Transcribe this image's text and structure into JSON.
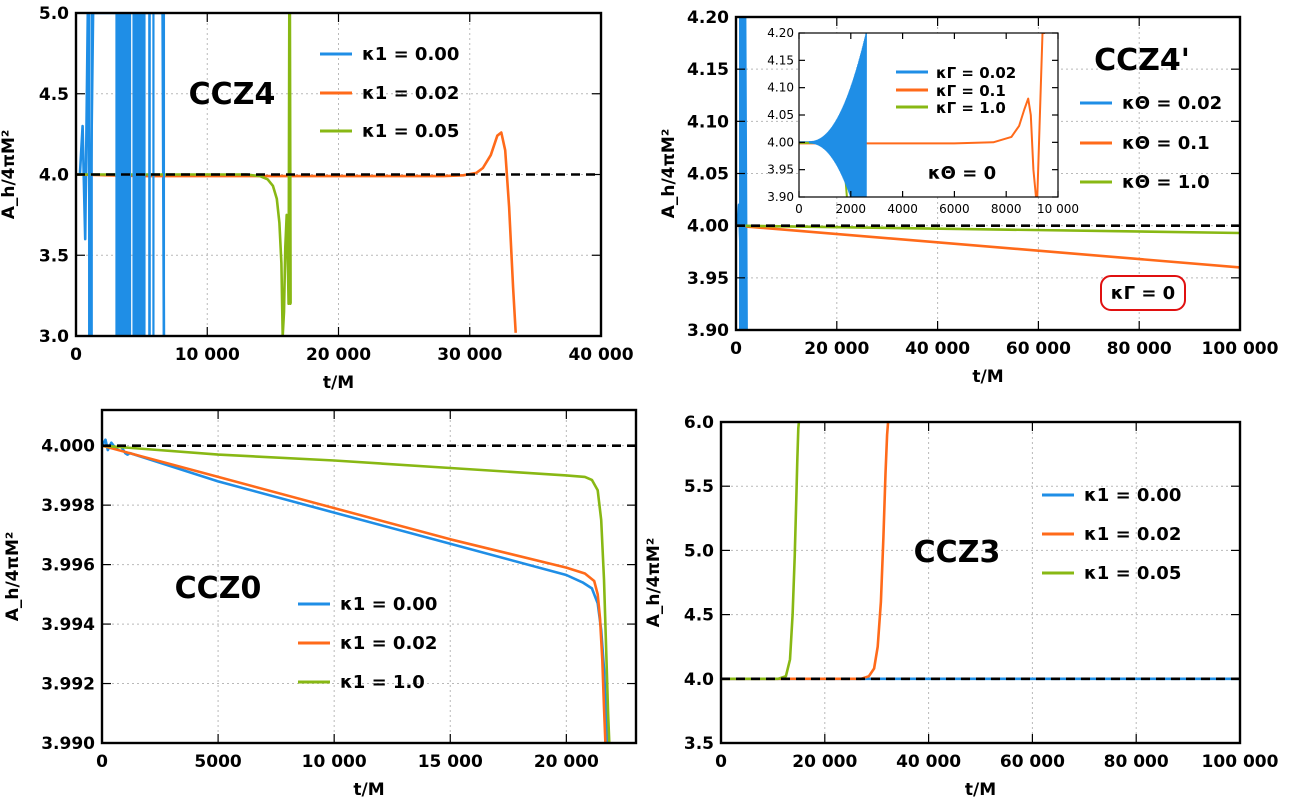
{
  "colors": {
    "blue": "#1f8ee6",
    "orange": "#ff6a1a",
    "green": "#88b814",
    "reference": "#000000",
    "grid": "#b9b9b9",
    "badge_border": "#e01010"
  },
  "chart_data": [
    {
      "type": "line",
      "title": "CCZ4",
      "xlabel": "t/M",
      "ylabel": "A_h/4πM²",
      "xlim": [
        0,
        40000
      ],
      "ylim": [
        3.0,
        5.0
      ],
      "xticks": [
        0,
        10000,
        20000,
        30000,
        40000
      ],
      "xtick_labels": [
        "0",
        "10 000",
        "20 000",
        "30 000",
        "40 000"
      ],
      "yticks": [
        3.0,
        3.5,
        4.0,
        4.5,
        5.0
      ],
      "ytick_labels": [
        "3.0",
        "3.5",
        "4.0",
        "4.5",
        "5.0"
      ],
      "grid": true,
      "legend_position": "top-right",
      "reference_line": 4.0,
      "series": [
        {
          "name": "κ1 = 0.00",
          "color_key": "blue",
          "x": [
            0,
            300,
            500,
            700,
            900,
            1100,
            1150,
            1300,
            1500,
            6000,
            6600,
            6700,
            6800
          ],
          "y": [
            4.0,
            4.0,
            4.3,
            3.6,
            5.0,
            3.0,
            4.0,
            5.0,
            5.0,
            5.0,
            5.0,
            3.0,
            3.0
          ]
        },
        {
          "name": "κ1 = 0.02",
          "color_key": "orange",
          "x": [
            0,
            5000,
            10000,
            15000,
            20000,
            25000,
            28000,
            29500,
            30500,
            31000,
            31600,
            32100,
            32400,
            32700,
            33000,
            33300,
            33500
          ],
          "y": [
            4.0,
            3.99,
            3.99,
            3.99,
            3.99,
            3.99,
            3.99,
            3.995,
            4.01,
            4.04,
            4.12,
            4.24,
            4.26,
            4.15,
            3.8,
            3.3,
            3.02
          ]
        },
        {
          "name": "κ1 = 0.05",
          "color_key": "green",
          "x": [
            0,
            5000,
            10000,
            13000,
            14000,
            14600,
            15000,
            15300,
            15500,
            15650,
            15750,
            15850,
            15950,
            16050,
            16150,
            16200,
            16250,
            16300,
            16350,
            16400
          ],
          "y": [
            4.0,
            4.0,
            4.0,
            4.0,
            3.99,
            3.97,
            3.93,
            3.85,
            3.7,
            3.45,
            3.0,
            3.15,
            3.55,
            3.75,
            3.4,
            3.2,
            5.0,
            5.0,
            3.2,
            3.2
          ]
        }
      ]
    },
    {
      "type": "line",
      "title": "CCZ4'",
      "xlabel": "t/M",
      "ylabel": "A_h/4πM²",
      "xlim": [
        0,
        100000
      ],
      "ylim": [
        3.9,
        4.2
      ],
      "xticks": [
        0,
        20000,
        40000,
        60000,
        80000,
        100000
      ],
      "xtick_labels": [
        "0",
        "20 000",
        "40 000",
        "60 000",
        "80 000",
        "100 000"
      ],
      "yticks": [
        3.9,
        3.95,
        4.0,
        4.05,
        4.1,
        4.15,
        4.2
      ],
      "ytick_labels": [
        "3.90",
        "3.95",
        "4.00",
        "4.05",
        "4.10",
        "4.15",
        "4.20"
      ],
      "grid": true,
      "legend_position": "right",
      "reference_line": 4.0,
      "annotation": "κΓ = 0",
      "series": [
        {
          "name": "κΘ = 0.02",
          "color_key": "blue",
          "x": [
            0,
            300,
            600,
            900,
            1200,
            1500,
            1800,
            2100
          ],
          "y": [
            4.0,
            4.0,
            4.02,
            3.98,
            4.05,
            3.9,
            4.2,
            3.9
          ]
        },
        {
          "name": "κΘ = 0.1",
          "color_key": "orange",
          "x": [
            0,
            100000
          ],
          "y": [
            4.0,
            3.96
          ]
        },
        {
          "name": "κΘ = 1.0",
          "color_key": "green",
          "x": [
            0,
            100000
          ],
          "y": [
            4.0,
            3.993
          ]
        }
      ],
      "inset": {
        "xlim": [
          0,
          10000
        ],
        "ylim": [
          3.9,
          4.2
        ],
        "xticks": [
          0,
          2000,
          4000,
          6000,
          8000,
          10000
        ],
        "xtick_labels": [
          "0",
          "2000",
          "4000",
          "6000",
          "8000",
          "10 000"
        ],
        "yticks": [
          3.9,
          3.95,
          4.0,
          4.05,
          4.1,
          4.15,
          4.2
        ],
        "ytick_labels": [
          "3.90",
          "3.95",
          "4.00",
          "4.05",
          "4.10",
          "4.15",
          "4.20"
        ],
        "annotation": "κΘ = 0",
        "series": [
          {
            "name": "κΓ = 0.02",
            "color_key": "blue",
            "x": [
              0,
              1200,
              2600
            ],
            "y": [
              4.0,
              4.0,
              4.0
            ]
          },
          {
            "name": "κΓ = 0.1",
            "color_key": "orange",
            "x": [
              0,
              2000,
              4000,
              6000,
              7500,
              8200,
              8500,
              8700,
              8850,
              8950,
              9050,
              9150,
              9200,
              9400,
              9450,
              9500
            ],
            "y": [
              3.998,
              3.998,
              3.998,
              3.998,
              4.0,
              4.01,
              4.03,
              4.06,
              4.08,
              4.05,
              3.95,
              3.9,
              3.9,
              4.2,
              4.2,
              4.2
            ]
          },
          {
            "name": "κΓ = 1.0",
            "color_key": "green",
            "x": [
              0,
              1000,
              1400,
              1600,
              1700,
              1800,
              1850
            ],
            "y": [
              3.999,
              3.999,
              3.997,
              3.99,
              3.97,
              3.93,
              3.9
            ]
          }
        ]
      }
    },
    {
      "type": "line",
      "title": "CCZ0",
      "xlabel": "t/M",
      "ylabel": "A_h/4πM²",
      "xlim": [
        0,
        23000
      ],
      "ylim": [
        3.99,
        4.0012
      ],
      "xticks": [
        0,
        5000,
        10000,
        15000,
        20000
      ],
      "xtick_labels": [
        "0",
        "5000",
        "10 000",
        "15 000",
        "20 000"
      ],
      "yticks": [
        3.99,
        3.992,
        3.994,
        3.996,
        3.998,
        4.0
      ],
      "ytick_labels": [
        "3.990",
        "3.992",
        "3.994",
        "3.996",
        "3.998",
        "4.000"
      ],
      "grid": true,
      "legend_position": "lower-center",
      "reference_line": 4.0,
      "series": [
        {
          "name": "κ1 = 0.00",
          "color_key": "blue",
          "x": [
            0,
            150,
            250,
            400,
            600,
            800,
            1000,
            1100,
            1200,
            5000,
            10000,
            15000,
            20000,
            20700,
            21100,
            21350,
            21500,
            21620,
            21700,
            21780
          ],
          "y": [
            4.0,
            4.0002,
            3.99985,
            4.0001,
            3.9999,
            4.0,
            3.99975,
            3.9997,
            3.99975,
            3.9988,
            3.99775,
            3.9967,
            3.99565,
            3.9954,
            3.9952,
            3.9947,
            3.9938,
            3.9925,
            3.9912,
            3.99
          ]
        },
        {
          "name": "κ1 = 0.02",
          "color_key": "orange",
          "x": [
            0,
            5000,
            10000,
            15000,
            20000,
            20800,
            21200,
            21350,
            21450,
            21550,
            21620,
            21680
          ],
          "y": [
            4.0,
            3.99895,
            3.9979,
            3.99685,
            3.9959,
            3.9957,
            3.99545,
            3.995,
            3.9942,
            3.9928,
            3.9912,
            3.99
          ]
        },
        {
          "name": "κ1 = 1.0",
          "color_key": "green",
          "x": [
            0,
            5000,
            10000,
            15000,
            20000,
            20800,
            21100,
            21350,
            21500,
            21620,
            21720,
            21800,
            21850
          ],
          "y": [
            4.0,
            3.9997,
            3.9995,
            3.99925,
            3.999,
            3.99895,
            3.99885,
            3.9985,
            3.9975,
            3.9955,
            3.993,
            3.991,
            3.99
          ]
        }
      ]
    },
    {
      "type": "line",
      "title": "CCZ3",
      "xlabel": "t/M",
      "ylabel": "A_h/4πM²",
      "xlim": [
        0,
        100000
      ],
      "ylim": [
        3.5,
        6.0
      ],
      "xticks": [
        0,
        20000,
        40000,
        60000,
        80000,
        100000
      ],
      "xtick_labels": [
        "0",
        "20 000",
        "40 000",
        "60 000",
        "80 000",
        "100 000"
      ],
      "yticks": [
        3.5,
        4.0,
        4.5,
        5.0,
        5.5,
        6.0
      ],
      "ytick_labels": [
        "3.5",
        "4.0",
        "4.5",
        "5.0",
        "5.5",
        "6.0"
      ],
      "grid": true,
      "legend_position": "top-right",
      "reference_line": 4.0,
      "series": [
        {
          "name": "κ1 = 0.00",
          "color_key": "blue",
          "x": [
            0,
            100000
          ],
          "y": [
            4.0,
            4.0
          ]
        },
        {
          "name": "κ1 = 0.02",
          "color_key": "orange",
          "x": [
            0,
            25000,
            27000,
            28500,
            29500,
            30200,
            30800,
            31300,
            31700,
            32000,
            32200
          ],
          "y": [
            4.0,
            4.0,
            4.0,
            4.02,
            4.08,
            4.25,
            4.6,
            5.1,
            5.6,
            5.9,
            6.0
          ]
        },
        {
          "name": "κ1 = 0.05",
          "color_key": "green",
          "x": [
            0,
            11000,
            12500,
            13300,
            13800,
            14200,
            14500,
            14700,
            14900,
            15000
          ],
          "y": [
            4.0,
            4.0,
            4.02,
            4.15,
            4.5,
            4.95,
            5.4,
            5.7,
            5.95,
            6.0
          ]
        }
      ]
    }
  ]
}
